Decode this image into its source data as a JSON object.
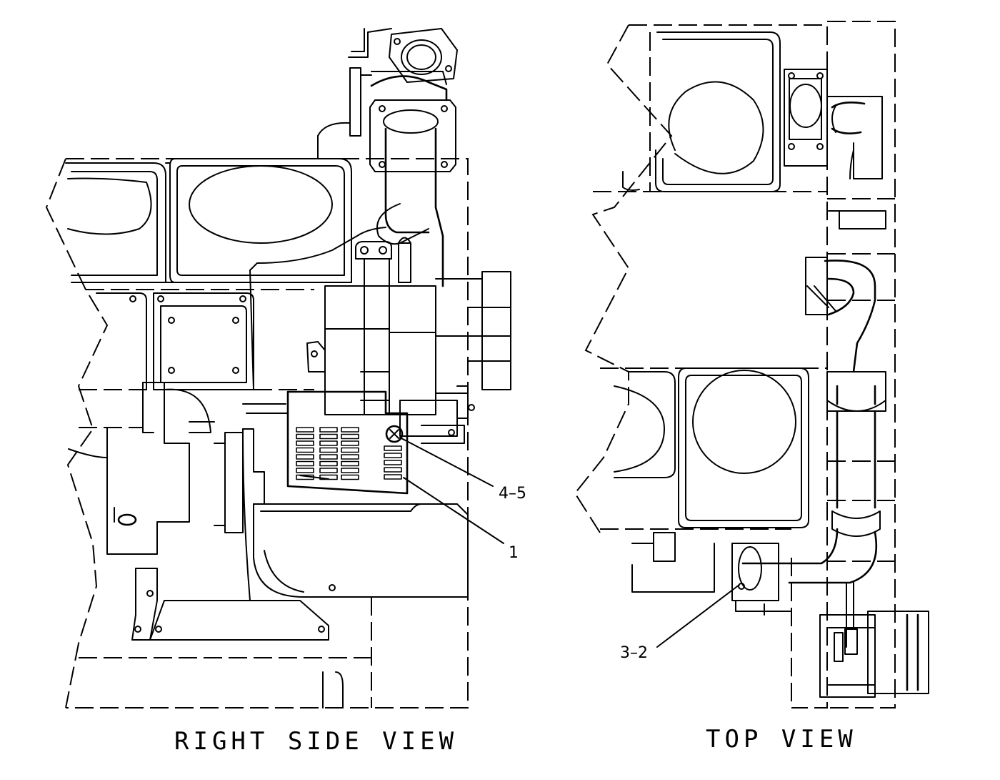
{
  "views": {
    "right_side": {
      "title": "RIGHT SIDE VIEW"
    },
    "top": {
      "title": "TOP VIEW"
    }
  },
  "callouts": {
    "c1": "4–5",
    "c2": "1",
    "c3": "3–2"
  },
  "colors": {
    "line": "#000000",
    "background": "#ffffff"
  }
}
